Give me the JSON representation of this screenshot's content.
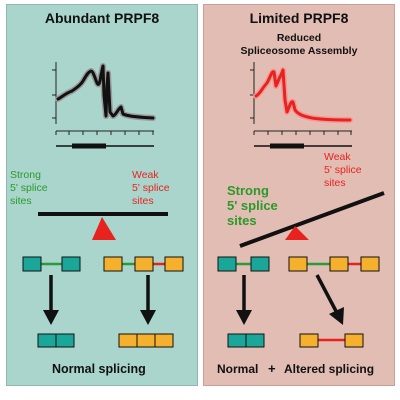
{
  "left_panel": {
    "title": "Abundant PRPF8",
    "strong_sites": "Strong\n5' splice\nsites",
    "weak_sites": "Weak\n5' splice\nsites",
    "result": "Normal splicing"
  },
  "right_panel": {
    "title": "Limited PRPF8",
    "subtitle_line1": "Reduced",
    "subtitle_line2": "Spliceosome Assembly",
    "strong_sites": "Strong\n5' splice\nsites",
    "weak_sites": "Weak\n5' splice\nsites",
    "result_normal": "Normal",
    "result_plus": "+",
    "result_altered": "Altered splicing"
  },
  "colors": {
    "left_bg": "#a9d5cc",
    "right_bg": "#e2bdb4",
    "exon_teal": "#1aa79a",
    "exon_orange": "#f5b02e",
    "intron_green": "#2a9a3a",
    "intron_red": "#e8231f",
    "fulcrum_red": "#e8231f",
    "strong_text": "#2a9a2a",
    "weak_text": "#e8231f",
    "trace_black": "#111111",
    "trace_red": "#e8231f"
  }
}
